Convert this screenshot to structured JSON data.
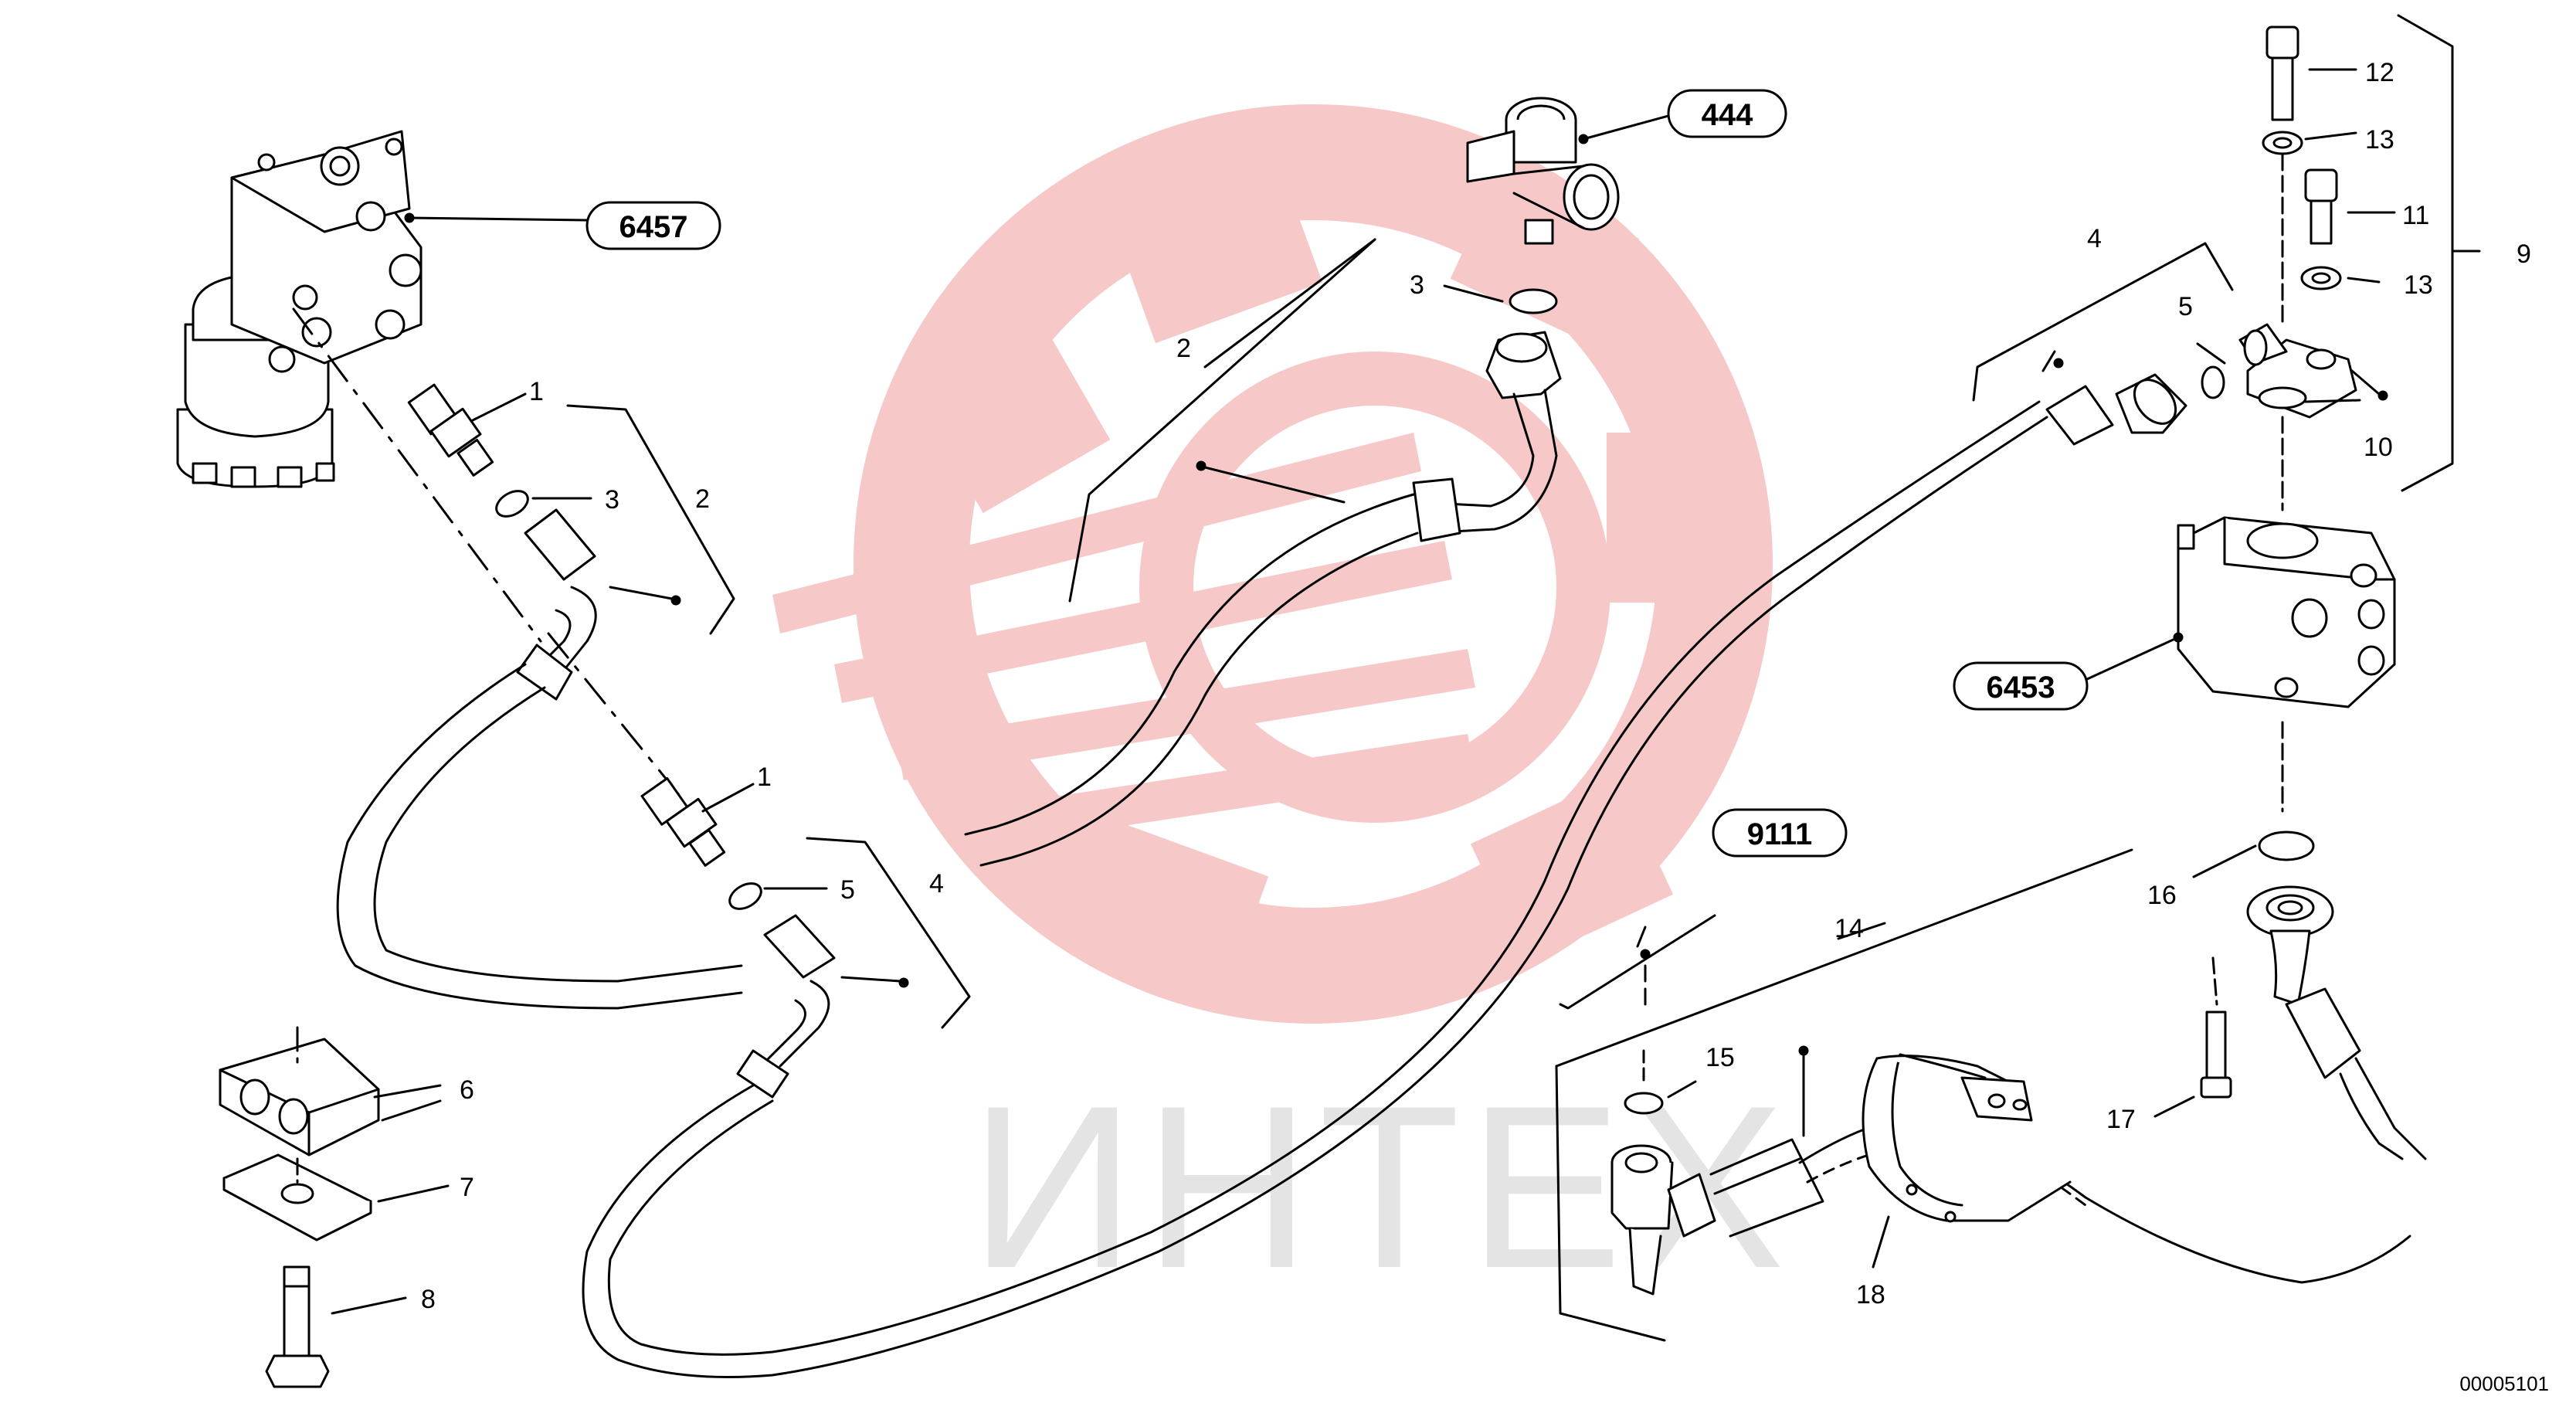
{
  "watermark": {
    "brand_text": "ИНТЕХ",
    "logo_color": "#f6c8c8",
    "text_color": "#e4e4e4"
  },
  "document_number": "00005101",
  "reference_callouts": [
    {
      "id": "ref-6457",
      "label": "6457"
    },
    {
      "id": "ref-444",
      "label": "444"
    },
    {
      "id": "ref-6453",
      "label": "6453"
    },
    {
      "id": "ref-9111",
      "label": "9111"
    }
  ],
  "part_labels": [
    {
      "id": "p1a",
      "label": "1"
    },
    {
      "id": "p1b",
      "label": "1"
    },
    {
      "id": "p2a",
      "label": "2"
    },
    {
      "id": "p2b",
      "label": "2"
    },
    {
      "id": "p3a",
      "label": "3"
    },
    {
      "id": "p3b",
      "label": "3"
    },
    {
      "id": "p4a",
      "label": "4"
    },
    {
      "id": "p4b",
      "label": "4"
    },
    {
      "id": "p5a",
      "label": "5"
    },
    {
      "id": "p5b",
      "label": "5"
    },
    {
      "id": "p6",
      "label": "6"
    },
    {
      "id": "p7",
      "label": "7"
    },
    {
      "id": "p8",
      "label": "8"
    },
    {
      "id": "p9",
      "label": "9"
    },
    {
      "id": "p10",
      "label": "10"
    },
    {
      "id": "p11",
      "label": "11"
    },
    {
      "id": "p12",
      "label": "12"
    },
    {
      "id": "p13a",
      "label": "13"
    },
    {
      "id": "p13b",
      "label": "13"
    },
    {
      "id": "p14",
      "label": "14"
    },
    {
      "id": "p15",
      "label": "15"
    },
    {
      "id": "p16",
      "label": "16"
    },
    {
      "id": "p17",
      "label": "17"
    },
    {
      "id": "p18",
      "label": "18"
    }
  ]
}
